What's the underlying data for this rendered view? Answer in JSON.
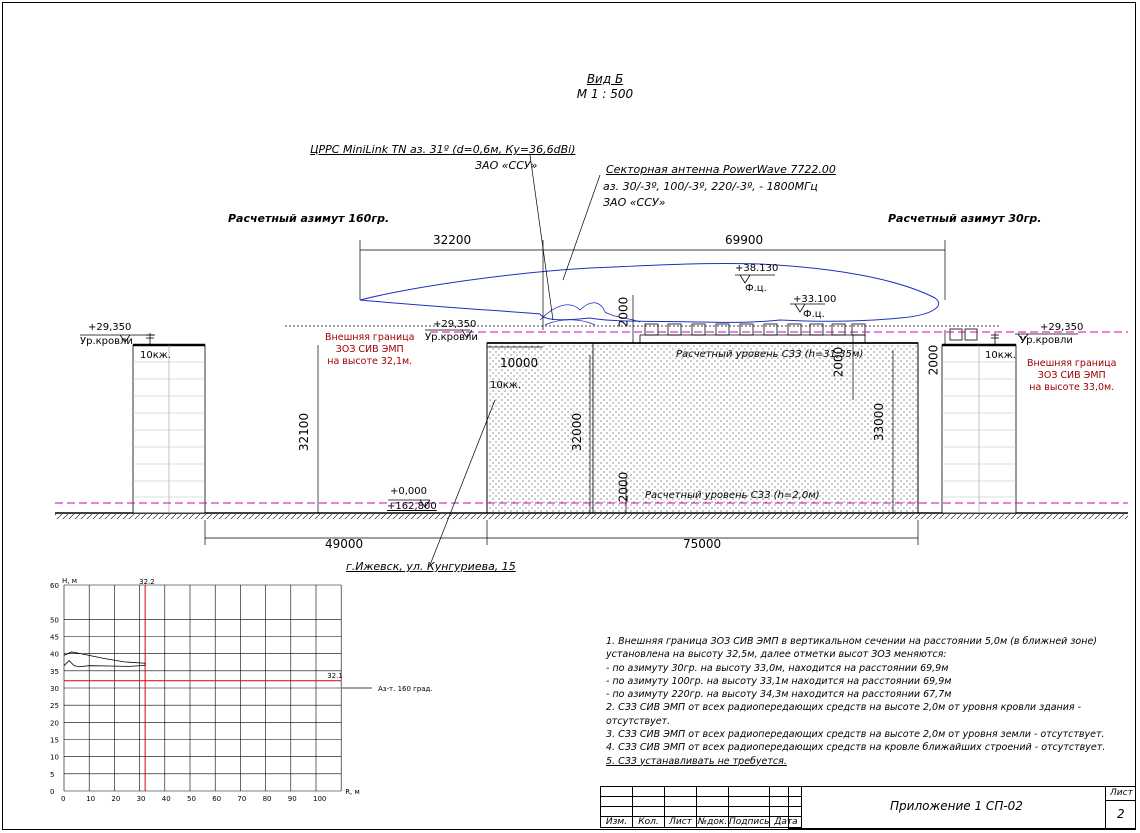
{
  "view_title": "Вид Б",
  "scale": "М 1 : 500",
  "antenna_rrl": "ЦРРС MiniLink TN аз. 31º (d=0,6м, Ку=36,6dBi)",
  "antenna_rrl_owner": "ЗАО «ССУ»",
  "antenna_sector": "Секторная антенна PowerWave 7722.00",
  "antenna_sector_params": "аз. 30/-3º, 100/-3º, 220/-3º, - 1800МГц",
  "antenna_sector_owner": "ЗАО «ССУ»",
  "azimuth_left": "Расчетный азимут 160гр.",
  "azimuth_right": "Расчетный азимут 30гр.",
  "dim_32200": "32200",
  "dim_69900": "69900",
  "dim_10000": "10000",
  "dim_49000": "49000",
  "dim_75000": "75000",
  "dim_32100": "32100",
  "dim_32000": "32000",
  "dim_33000": "33000",
  "dim_2000_a": "2000",
  "dim_2000_b": "2000",
  "dim_2000_c": "2000",
  "dim_2000_d": "2000",
  "mark_38130": "+38.130",
  "mark_33100": "+33.100",
  "mark_fc1": "Ф.ц.",
  "mark_fc2": "Ф.ц.",
  "mark_29350_l": "+29,350",
  "mark_29350_c": "+29,350",
  "mark_29350_r": "+29,350",
  "roof_l": "Ур.кровли",
  "roof_c": "Ур.кровли",
  "roof_r": "Ур.кровли",
  "floors_l": "10кж.",
  "floors_c": "10кж.",
  "floors_r": "10кж.",
  "mark_0000": "+0,000",
  "mark_162800": "+162,800",
  "boundary_left": [
    "Внешняя граница",
    "ЗОЗ СИВ ЭМП",
    "на высоте 32,1м."
  ],
  "boundary_right": [
    "Внешняя граница",
    "ЗОЗ СИВ ЭМП",
    "на высоте 33,0м."
  ],
  "level_top": "Расчетный уровень СЗЗ (h=31,35м)",
  "level_bottom": "Расчетный уровень СЗЗ (h=2,0м)",
  "address": "г.Ижевск, ул. Кунгуриева, 15",
  "chart_data": {
    "type": "line",
    "title": "",
    "ylabel": "H, м",
    "xlabel": "R, м",
    "x_ticks": [
      0,
      10,
      20,
      30,
      40,
      50,
      60,
      70,
      80,
      90,
      100
    ],
    "y_ticks": [
      0,
      5,
      10,
      15,
      20,
      25,
      30,
      35,
      40,
      45,
      50,
      60
    ],
    "xlim": [
      0,
      110
    ],
    "ylim": [
      0,
      60
    ],
    "vline": 32.2,
    "vline_label": "32.2",
    "hline": 32.1,
    "hline_label": "32.1",
    "legend": "Аз-т. 160 град.",
    "series": [
      {
        "name": "Аз-т. 160 град.",
        "x": [
          0,
          2,
          4,
          6,
          10,
          18,
          26,
          32.2
        ],
        "y": [
          36.5,
          38,
          36.5,
          36.2,
          36.5,
          36.4,
          36.3,
          36.6
        ]
      },
      {
        "name": "",
        "x": [
          0,
          3,
          8,
          16,
          24,
          32.2
        ],
        "y": [
          39.5,
          40.5,
          39.8,
          38.6,
          37.6,
          37.2
        ]
      }
    ]
  },
  "notes": [
    "1. Внешняя граница ЗОЗ СИВ ЭМП в вертикальном сечении на расстоянии 5,0м (в ближней зоне) установлена на высоту 32,5м, далее отметки высот ЗОЗ меняются:",
    "- по азимуту 30гр. на высоту 33,0м, находится на расстоянии 69,9м",
    "- по азимуту 100гр. на высоту 33,1м находится на расстоянии 69,9м",
    "- по азимуту 220гр. на высоту 34,3м находится на расстоянии 67,7м",
    "2. СЗЗ СИВ ЭМП от всех радиопередающих средств на высоте 2,0м от уровня кровли здания - отсутствует.",
    "3. СЗЗ СИВ ЭМП от всех радиопередающих средств на высоте 2,0м от уровня земли - отсутствует.",
    "4. СЗЗ СИВ ЭМП от всех радиопередающих средств на кровле ближайших строений - отсутствует.",
    "5. СЗЗ устанавливать не требуется."
  ],
  "stamp": {
    "cols": [
      "Изм.",
      "Кол.",
      "Лист",
      "№док.",
      "Подпись",
      "Дата"
    ],
    "title": "Приложение 1   СП-02",
    "sheet_label": "Лист",
    "sheet_no": "2"
  }
}
